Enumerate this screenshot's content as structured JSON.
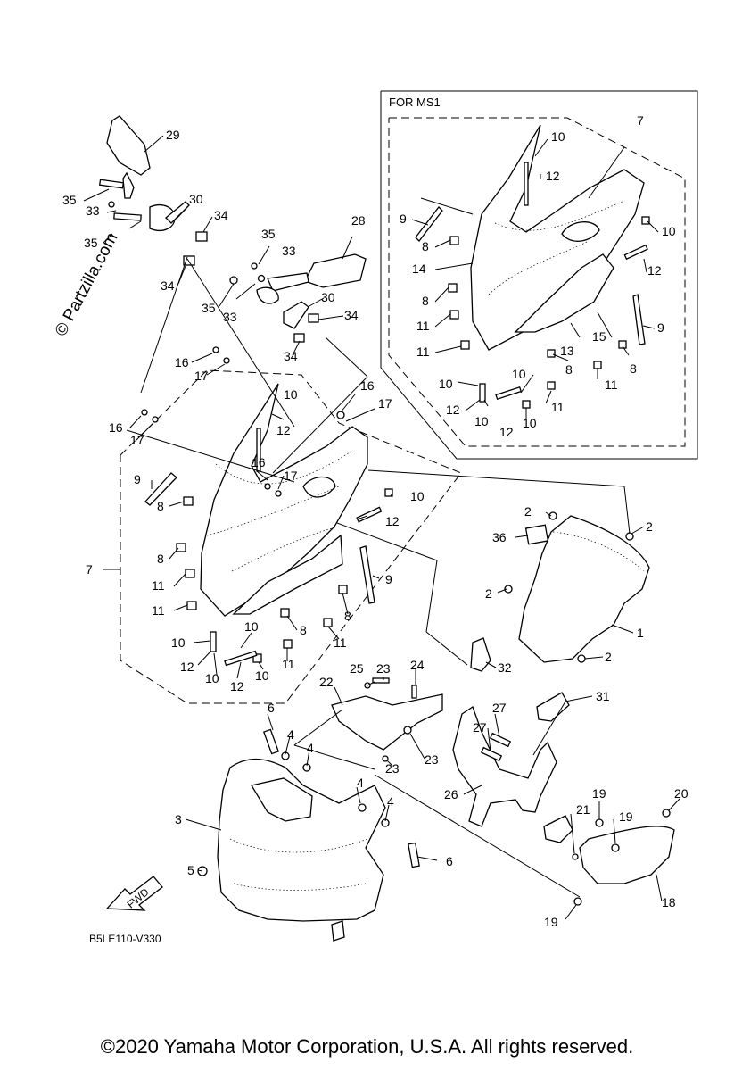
{
  "watermark": "© Partzilla.com",
  "inset_title": "FOR MS1",
  "diagram_code": "B5LE110-V330",
  "fwd_label": "FWD",
  "copyright": "©2020 Yamaha Motor Corporation, U.S.A. All rights reserved.",
  "callouts": [
    "1",
    "2",
    "3",
    "4",
    "5",
    "6",
    "7",
    "8",
    "9",
    "10",
    "11",
    "12",
    "13",
    "14",
    "15",
    "16",
    "17",
    "18",
    "19",
    "20",
    "21",
    "22",
    "23",
    "24",
    "25",
    "26",
    "27",
    "28",
    "29",
    "30",
    "31",
    "32",
    "33",
    "34",
    "35",
    "36"
  ]
}
